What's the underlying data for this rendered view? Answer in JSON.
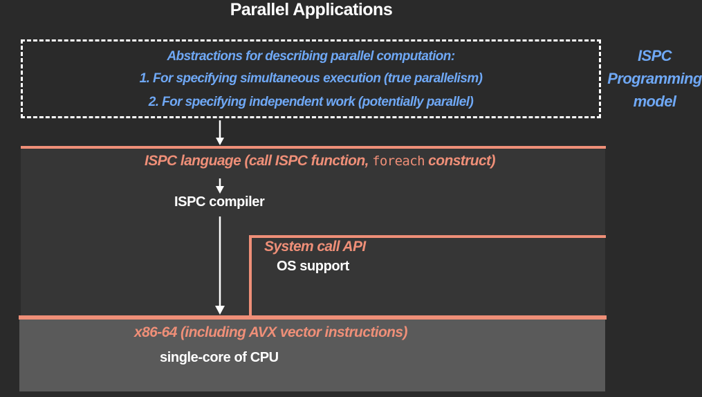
{
  "title": "Parallel Applications",
  "abstractions": {
    "heading": "Abstractions for describing parallel computation:",
    "item1": "1. For specifying simultaneous execution (true parallelism)",
    "item2": "2. For specifying independent work (potentially parallel)"
  },
  "side_label": {
    "line1": "ISPC",
    "line2": "Programming",
    "line3": "model"
  },
  "language_layer": {
    "prefix": "ISPC language (call ISPC function, ",
    "keyword": "foreach",
    "suffix": " construct)"
  },
  "compiler_label": "ISPC compiler",
  "system_layer": {
    "label": "System call API",
    "sublabel": "OS support"
  },
  "hardware_layer": {
    "label": "x86-64 (including AVX vector instructions)",
    "sublabel": "single-core of CPU"
  },
  "colors": {
    "background": "#2a2a2a",
    "accent_blue": "#6fa8f5",
    "accent_salmon": "#ef8f78",
    "panel_dark": "#363636",
    "panel_gray": "#5a5a5a"
  }
}
